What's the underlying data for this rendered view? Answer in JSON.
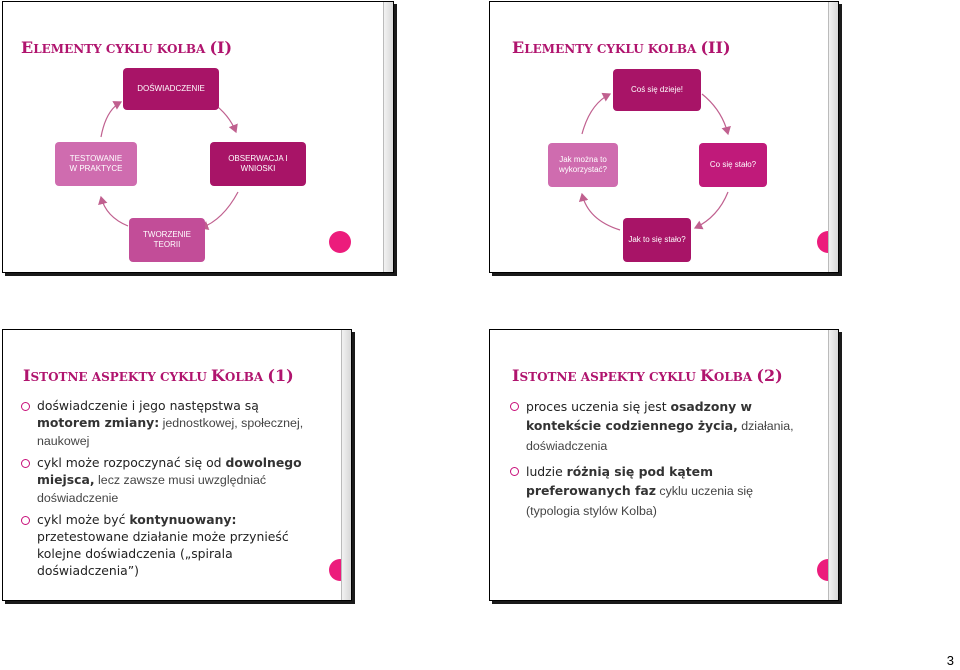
{
  "slide1": {
    "title_big1": "E",
    "title_small1": "LEMENTY CYKLU KOLBA ",
    "title_big2": "(I)",
    "boxes": [
      "DOŚWIADCZENIE",
      "TESTOWANIE\nW PRAKTYCE",
      "OBSERWACJA I\nWNIOSKI",
      "TWORZENIE\nTEORII"
    ]
  },
  "slide2": {
    "title_big1": "E",
    "title_small1": "LEMENTY CYKLU KOLBA ",
    "title_big2": "(II)",
    "boxes": [
      "Coś się dzieje!",
      "Jak można to\nwykorzystać?",
      "Co się stało?",
      "Jak to się stało?"
    ]
  },
  "slide3": {
    "title_big1": "I",
    "title_small1": "STOTNE ASPEKTY CYKLU ",
    "title_big2": "K",
    "title_small2": "OLBA ",
    "title_big3": "(1)",
    "items": [
      {
        "a": "doświadczenie i jego następstwa są ",
        "b": "motorem zmiany:",
        "c": " jednostkowej, społecznej, naukowej"
      },
      {
        "a": "cykl może rozpoczynać się od ",
        "b": "dowolnego miejsca,",
        "c": " lecz zawsze musi uwzględniać doświadczenie"
      },
      {
        "a": "cykl może być ",
        "b": "kontynuowany:",
        "c": " przetestowane działanie może przynieść kolejne doświadczenia („spirala doświadczenia”)"
      }
    ]
  },
  "slide4": {
    "title_big1": "I",
    "title_small1": "STOTNE ASPEKTY CYKLU ",
    "title_big2": "K",
    "title_small2": "OLBA ",
    "title_big3": "(2)",
    "items": [
      {
        "a": "proces uczenia się jest ",
        "b": "osadzony w kontekście codziennego życia,",
        "c": " działania, doświadczenia"
      },
      {
        "a": "ludzie ",
        "b": "różnią się pod kątem preferowanych faz",
        "c": " cyklu uczenia się (typologia stylów Kolba)"
      }
    ]
  },
  "page_number": "3"
}
